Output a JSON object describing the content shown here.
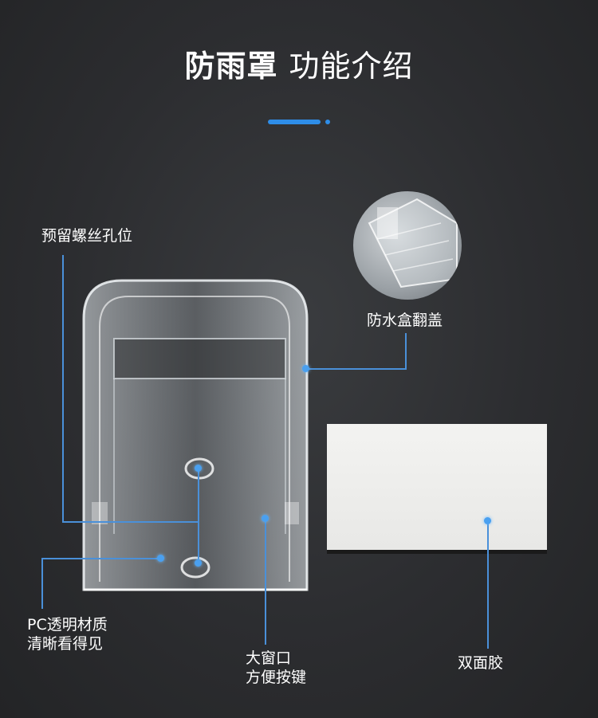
{
  "title": {
    "bold": "防雨罩",
    "light": "功能介绍"
  },
  "accent_color": "#2e8de8",
  "labels": {
    "screw_holes": "预留螺丝孔位",
    "flip_cover": "防水盒翻盖",
    "pc_material_line1": "PC透明材质",
    "pc_material_line2": "清晰看得见",
    "window_line1": "大窗口",
    "window_line2": "方便按键",
    "tape": "双面胶"
  }
}
